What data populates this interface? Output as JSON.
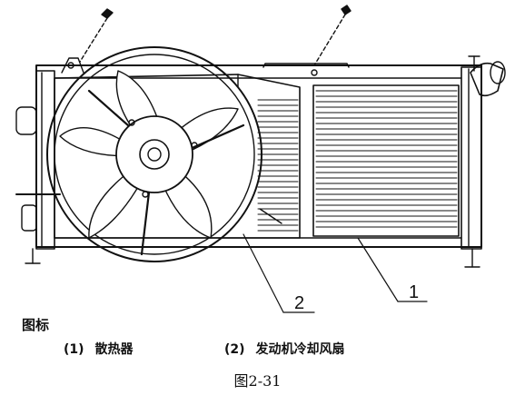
{
  "callouts": [
    {
      "id": "1",
      "label": "1"
    },
    {
      "id": "2",
      "label": "2"
    }
  ],
  "legend": {
    "title": "图标",
    "items": [
      {
        "number": "(1)",
        "text": "散热器"
      },
      {
        "number": "(2)",
        "text": "发动机冷却风扇"
      }
    ]
  },
  "caption": "图2-31"
}
